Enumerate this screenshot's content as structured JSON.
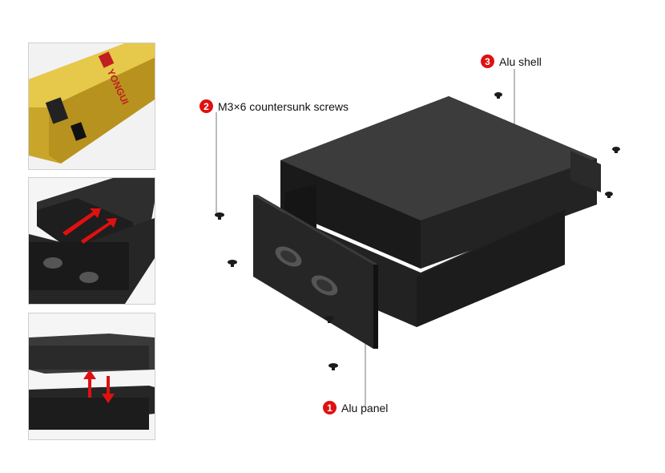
{
  "brand": {
    "logo_text": "YONGUI"
  },
  "callouts": [
    {
      "number": "1",
      "label": "Alu panel"
    },
    {
      "number": "2",
      "label": "M3×6 countersunk screws"
    },
    {
      "number": "3",
      "label": "Alu shell"
    }
  ],
  "colors": {
    "badge": "#e01010",
    "enclosure": "#2a2a2a",
    "gold": "#d9b632",
    "arrow": "#e01010"
  },
  "icons": [
    "screw-icon",
    "db9-connector-icon",
    "red-arrow-icon"
  ]
}
